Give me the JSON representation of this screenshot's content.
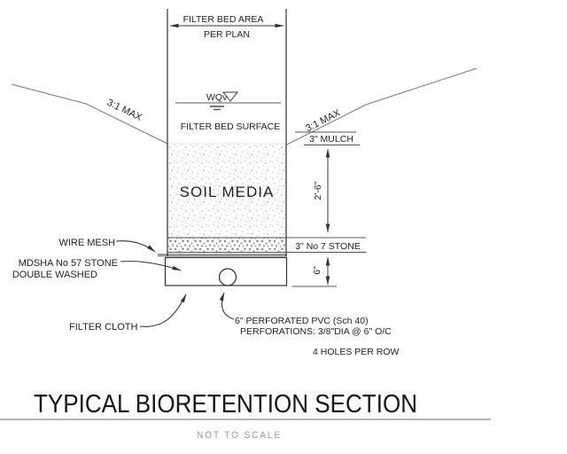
{
  "drawing": {
    "dimensions": {
      "filter_bed_area_top": "FILTER BED AREA",
      "filter_bed_area_bottom": "PER PLAN",
      "soil_depth": "2'-6\"",
      "stone_depth": "6\""
    },
    "slopes": {
      "left": "3:1 MAX",
      "right": "3:1 MAX"
    },
    "annotations": {
      "water_quality": "WQv",
      "filter_bed_surface": "FILTER BED SURFACE",
      "mulch": "3\" MULCH",
      "soil_media": "SOIL MEDIA",
      "no7_stone": "3\" No 7 STONE",
      "wire_mesh": "WIRE MESH",
      "mdsha_stone_line1": "MDSHA No 57 STONE",
      "mdsha_stone_line2": "DOUBLE WASHED",
      "filter_cloth": "FILTER CLOTH",
      "pvc_pipe": "6\" PERFORATED PVC (Sch 40)",
      "pvc_perforations": "PERFORATIONS: 3/8\"DIA @ 6\" O/C",
      "holes_note": "4 HOLES PER ROW"
    }
  },
  "footer": {
    "title": "TYPICAL BIORETENTION SECTION",
    "scale_note": "NOT TO SCALE"
  },
  "colors": {
    "line": "#333333",
    "wire_mesh": "#9a9a9a",
    "scale_text": "#9a9a9a",
    "background": "#ffffff"
  }
}
